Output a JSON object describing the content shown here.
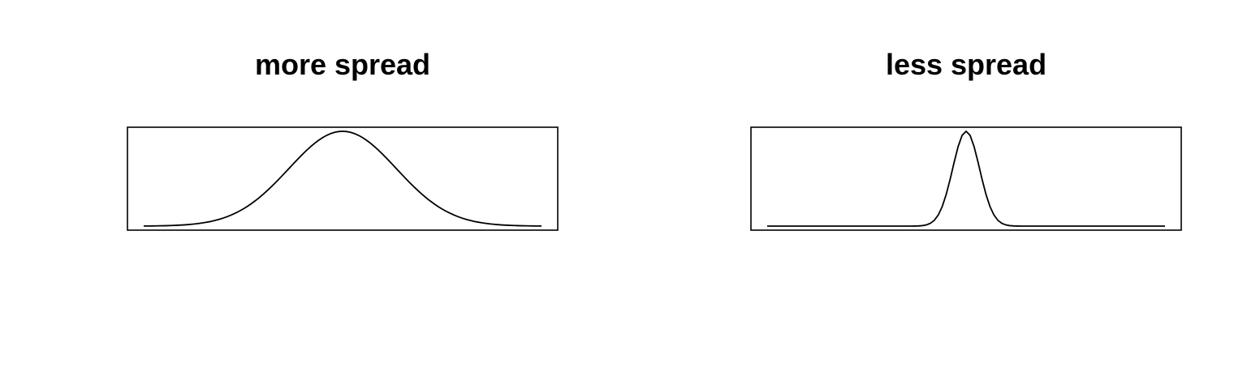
{
  "chart_data": [
    {
      "type": "line",
      "title": "more spread",
      "xlabel": "",
      "ylabel": "",
      "xlim": [
        -4,
        4
      ],
      "ylim": [
        0,
        1
      ],
      "axes_visible": false,
      "frame": true,
      "grid": false,
      "color": "#000000",
      "series": [
        {
          "curve": "normal-density",
          "mean": 0,
          "sd": 1,
          "x_range": [
            -3.7,
            3.7
          ],
          "points": 101
        }
      ]
    },
    {
      "type": "line",
      "title": "less spread",
      "xlabel": "",
      "ylabel": "",
      "xlim": [
        -4,
        4
      ],
      "ylim": [
        0,
        1
      ],
      "axes_visible": false,
      "frame": true,
      "grid": false,
      "color": "#000000",
      "series": [
        {
          "curve": "normal-density",
          "mean": 0,
          "sd": 0.25,
          "x_range": [
            -3.7,
            3.7
          ],
          "points": 101
        }
      ]
    }
  ]
}
